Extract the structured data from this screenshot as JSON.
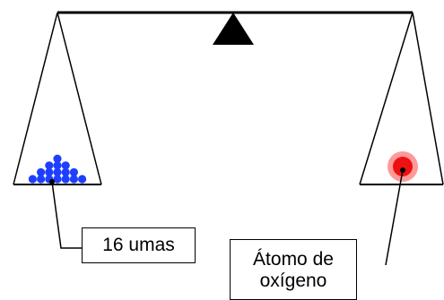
{
  "labels": {
    "left": "16 umas",
    "right_line1": "Átomo de",
    "right_line2": "oxígeno"
  },
  "colors": {
    "outline": "#000000",
    "background": "#ffffff",
    "uma_balls": "#1f3fff",
    "oxygen_halo": "#ff9a9a",
    "oxygen_atom": "#ee1111"
  },
  "left_pan": {
    "item_count": 16,
    "item_name": "uma"
  },
  "right_pan": {
    "item_count": 1,
    "item_name": "oxygen atom"
  }
}
